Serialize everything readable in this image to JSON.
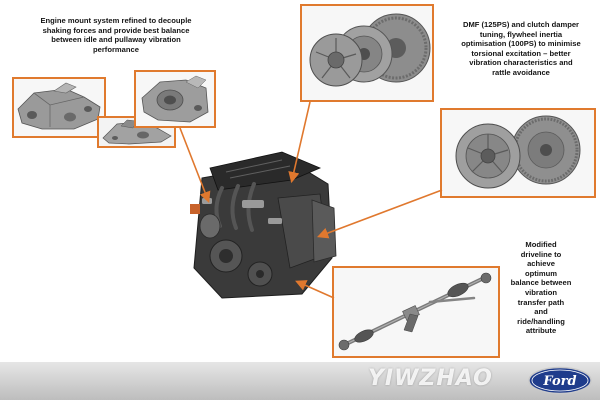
{
  "captions": {
    "engine_mount": "Engine mount system refined to decouple\nshaking forces and provide best balance\nbetween idle and pullaway vibration\nperformance",
    "dmf": "DMF (125PS) and clutch damper\ntuning, flywheel inertia\noptimisation (100PS) to minimise\ntorsional excitation – better\nvibration characteristics and\nrattle avoidance",
    "driveline": "Modified\ndriveline to\nachieve\noptimum\nbalance between\nvibration\ntransfer path\nand\nride/handling\nattribute"
  },
  "colors": {
    "accent": "#e07a2e",
    "arrow": "#e0782e",
    "metal": "#8c8c8c",
    "metal_dark": "#4e4e4e",
    "footer": "#c9c9c9",
    "ford_blue": "#1f3c8c"
  },
  "watermark": "YIWZHAO",
  "brand": "Ford",
  "icons": {
    "engine": "engine-image",
    "flywheel": "flywheel-image",
    "clutch": "clutch-image",
    "mount": "engine-mount-image",
    "driveshaft": "driveshaft-image",
    "logo": "ford-logo-icon"
  }
}
